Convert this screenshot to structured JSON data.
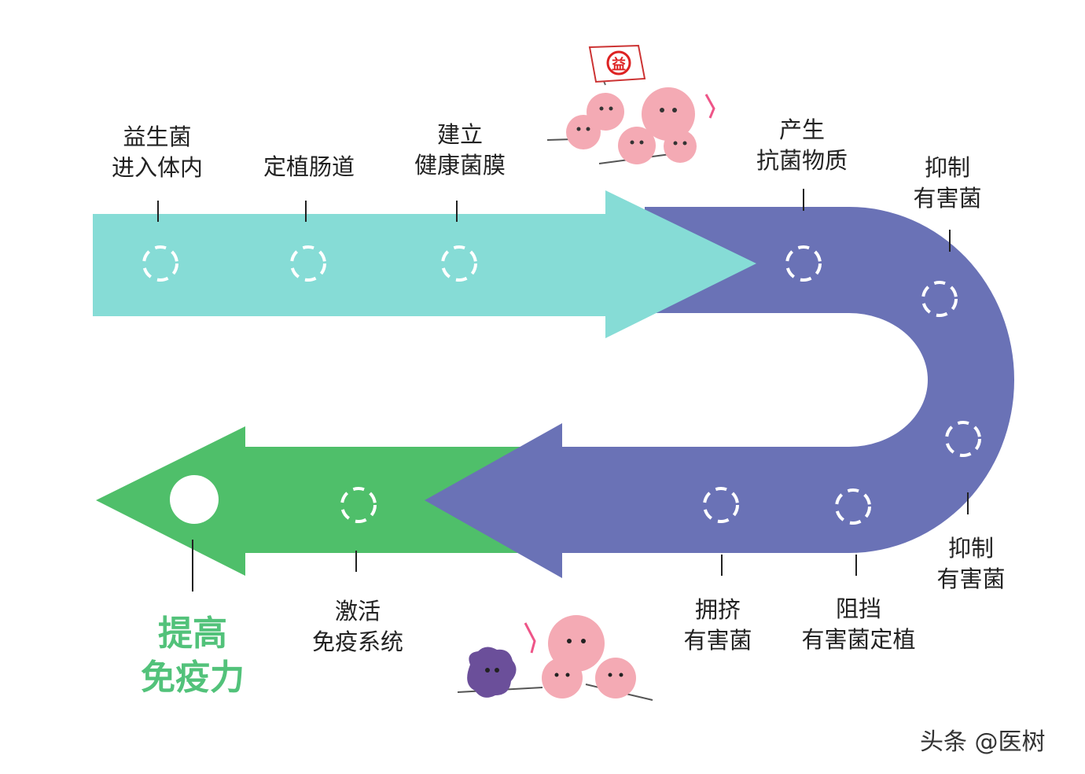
{
  "steps": {
    "s1": "益生菌\n进入体内",
    "s2": "定植肠道",
    "s3": "建立\n健康菌膜",
    "s4": "产生\n抗菌物质",
    "s5": "抑制\n有害菌",
    "s6": "抑制\n有害菌",
    "s7": "阻挡\n有害菌定植",
    "s8": "拥挤\n有害菌",
    "s9": "激活\n免疫系统"
  },
  "goal": "提高\n免疫力",
  "flag_char": "益",
  "watermark": "头条 @医树",
  "colors": {
    "teal": "#86dcd6",
    "blue": "#6a72b6",
    "green": "#4fbf6a",
    "goal_text": "#52c27a"
  }
}
